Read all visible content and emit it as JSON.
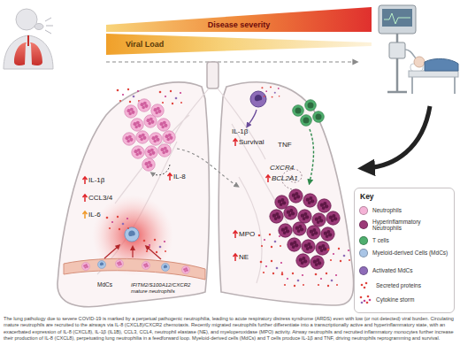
{
  "diagram": {
    "caption": "The lung pathology due to severe COVID-19 is marked by a perpetual pathogenic neutrophilia, leading to acute respiratory distress syndrome (ARDS) even with low (or not detected) viral burden. Circulating mature neutrophils are recruited to the airways via IL-8 (CXCL8)/CXCR2 chemotaxis. Recently migrated neutrophils further differentiate into a transcriptionally active and hyperinflammatory state, with an exacerbated expression of IL-8 (CXCL8), IL-1β (IL1B), CCL3, CCL4, neutrophil elastase (NE), and myeloperoxidase (MPO) activity. Airway neutrophils and recruited inflammatory monocytes further increase their production of IL-8 (CXCL8), perpetuating lung neutrophilia in a feedforward loop. Myeloid-derived cells (MdCs) and T cells produce IL-1β and TNF, driving neutrophils reprogramming and survival.",
    "nodes": [
      {
        "text": [
          "Disease severity"
        ]
      },
      {
        "text": [
          "Viral Load"
        ]
      },
      {
        "text": [
          "Key"
        ]
      }
    ],
    "labels": [
      "IL-1β",
      "CCL3/4",
      "IL-6",
      "IL-8",
      "MdCs",
      "IFITM2/S100A12/CXCR2 mature neutrophils",
      "IL-1β",
      "Survival",
      "TNF",
      "CXCR4",
      "BCL2A1",
      "MPO",
      "NE"
    ],
    "legend": [
      {
        "text": "Neutrophils",
        "color": "#f4b3d6"
      },
      {
        "text": "Hyperinflammatory Neutrophils",
        "color": "#9c3a78"
      },
      {
        "text": "T cells",
        "color": "#4fae6e"
      },
      {
        "text": "Myeloid-derived Cells (MdCs)",
        "color": "#a9c5e6"
      },
      {
        "text": "Activated MdCs",
        "color": "#8e6cb8"
      },
      {
        "text": "Secreted proteins"
      },
      {
        "text": "Cytokine storm"
      }
    ]
  }
}
